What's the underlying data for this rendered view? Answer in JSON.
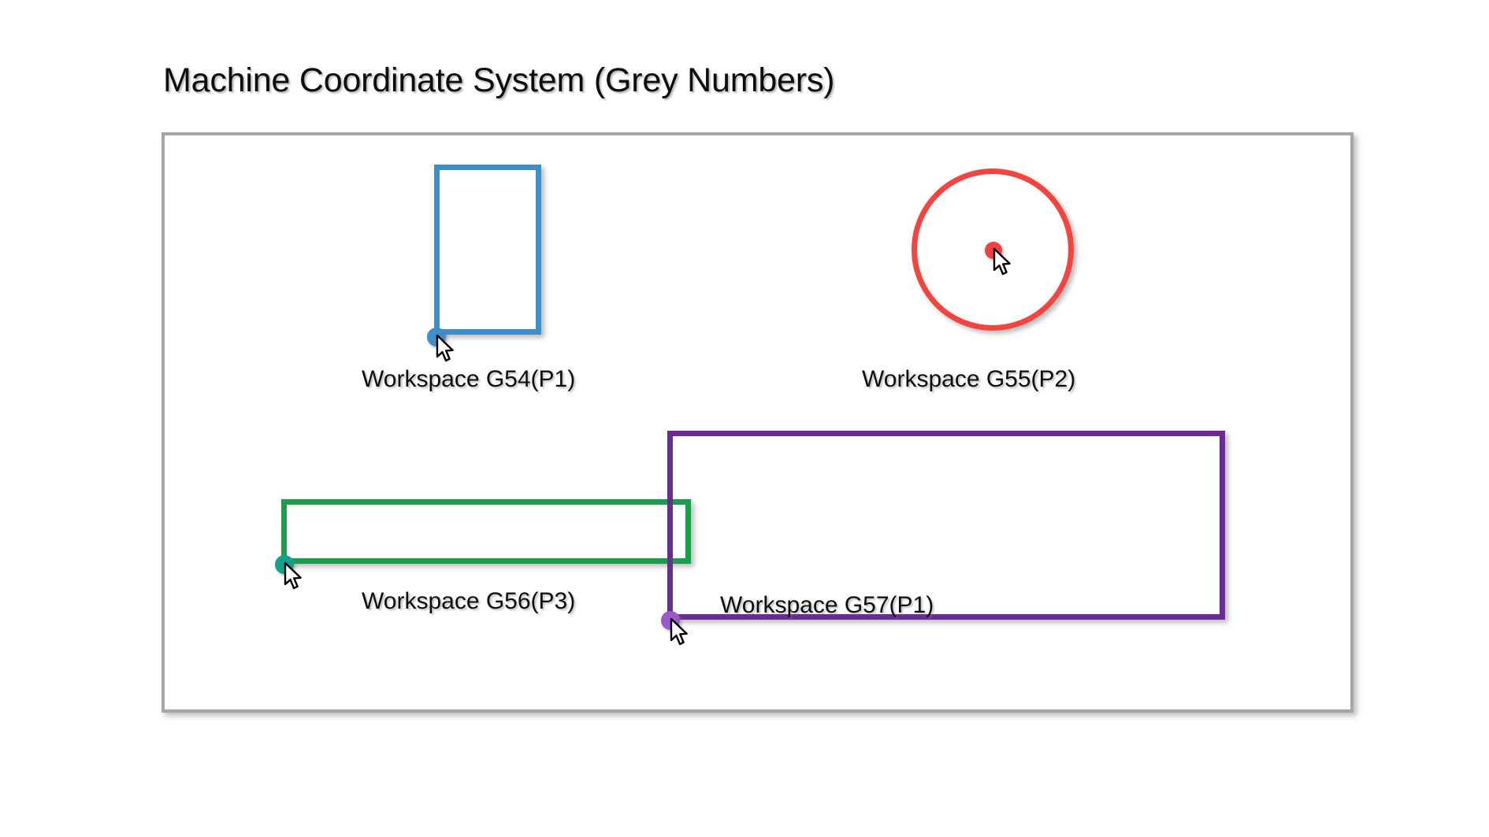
{
  "title": "Machine Coordinate System (Grey Numbers)",
  "colors": {
    "frame_border": "#a6a6a6",
    "background": "#ffffff",
    "text": "#0d0d0d"
  },
  "envelope": {
    "name": "machine-envelope"
  },
  "workspaces": [
    {
      "id": "g54",
      "label": "Workspace G54(P1)",
      "code": "G54",
      "pcode": "P1",
      "shape": "rect",
      "stroke": "#3c8fc8",
      "dot_color": "#3c8fc8",
      "origin_corner": "bottom-left"
    },
    {
      "id": "g55",
      "label": "Workspace G55(P2)",
      "code": "G55",
      "pcode": "P2",
      "shape": "circle",
      "stroke": "#f4443f",
      "dot_color": "#f43f3f",
      "origin_corner": "center"
    },
    {
      "id": "g56",
      "label": "Workspace G56(P3)",
      "code": "G56",
      "pcode": "P3",
      "shape": "rect",
      "stroke": "#1b9e4b",
      "dot_color": "#12a08a",
      "origin_corner": "bottom-left"
    },
    {
      "id": "g57",
      "label": "Workspace G57(P1)",
      "code": "G57",
      "pcode": "P1",
      "shape": "rect",
      "stroke": "#6b2c91",
      "dot_color": "#9b59c9",
      "origin_corner": "bottom-left"
    }
  ]
}
